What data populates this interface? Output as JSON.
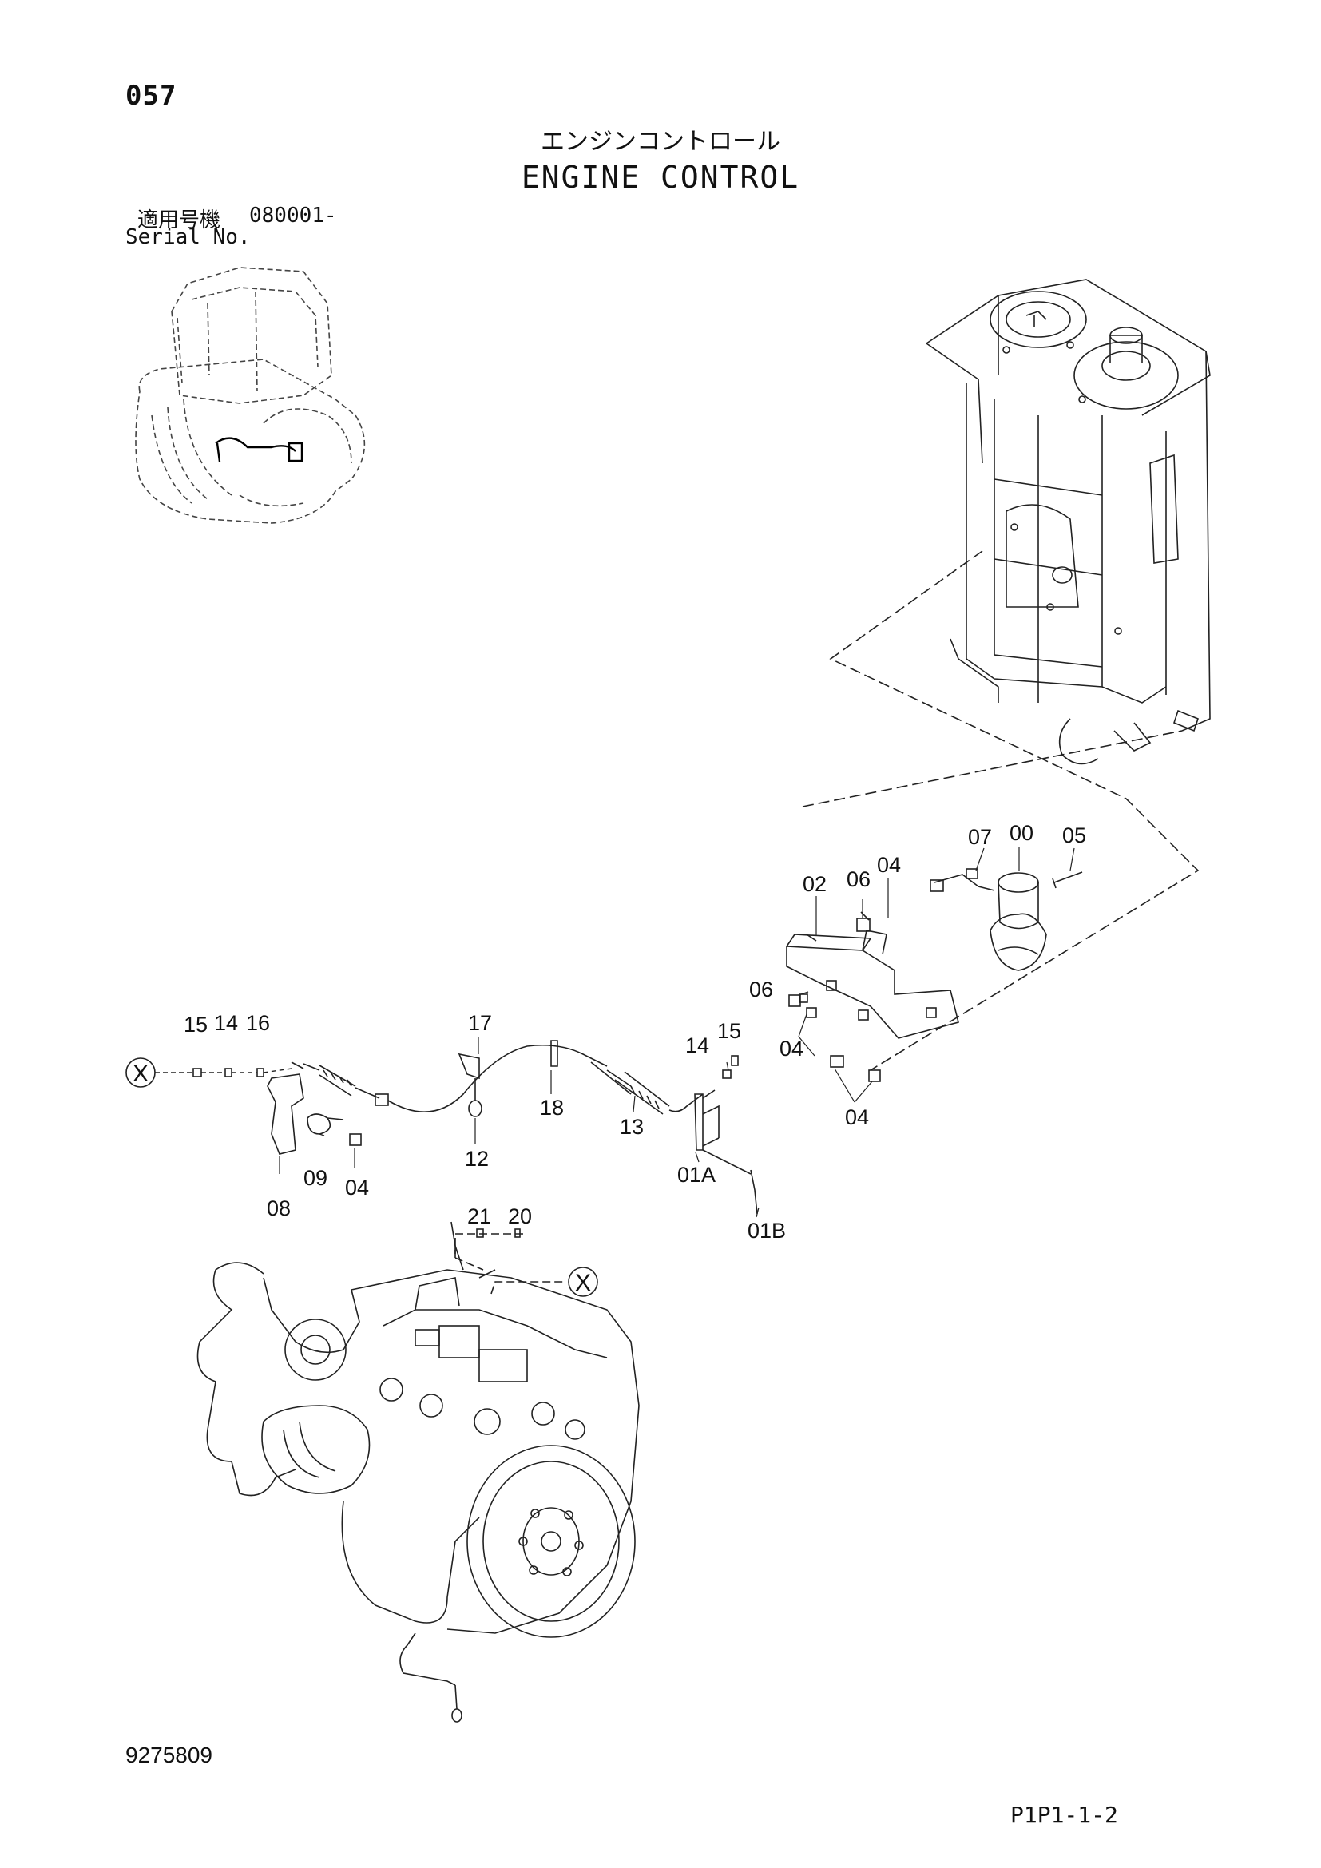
{
  "header": {
    "page_number": "057",
    "title_jp": "エンジンコントロール",
    "title_en": "ENGINE CONTROL",
    "serial_label_jp": "適用号機",
    "serial_value": "080001-",
    "serial_label_en": "Serial No."
  },
  "footer": {
    "doc_number": "9275809",
    "page_code": "P1P1-1-2"
  },
  "reference_mark": "X",
  "callouts": {
    "c00": "00",
    "c05": "05",
    "c07": "07",
    "c02": "02",
    "c06a": "06",
    "c04a": "04",
    "c06b": "06",
    "c04b": "04",
    "c04c": "04",
    "c14a": "14",
    "c15a": "15",
    "c17": "17",
    "c18": "18",
    "c12": "12",
    "c13": "13",
    "c15b": "15",
    "c14b": "14",
    "c16": "16",
    "c08": "08",
    "c09": "09",
    "c04d": "04",
    "c01a": "01A",
    "c01b": "01B",
    "c21": "21",
    "c20": "20"
  }
}
